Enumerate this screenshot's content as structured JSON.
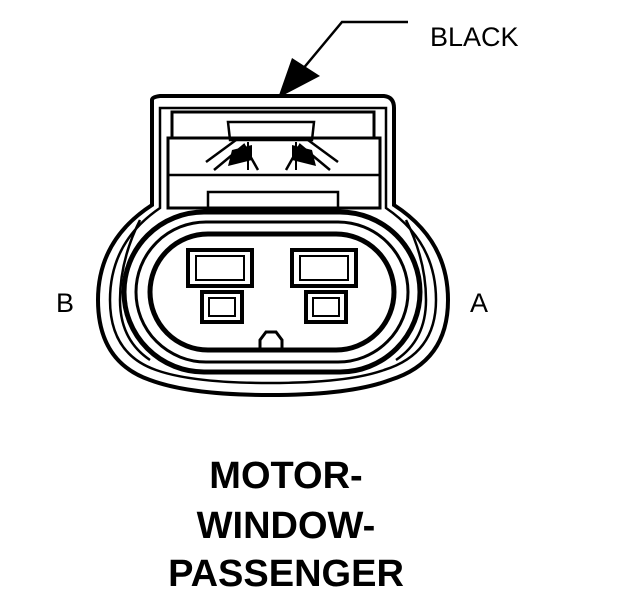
{
  "diagram": {
    "color_label": "BLACK",
    "pin_left_label": "B",
    "pin_right_label": "A",
    "title_lines": [
      "MOTOR-",
      "WINDOW-",
      "PASSENGER"
    ],
    "stroke_color": "#000000",
    "background_color": "#ffffff"
  }
}
